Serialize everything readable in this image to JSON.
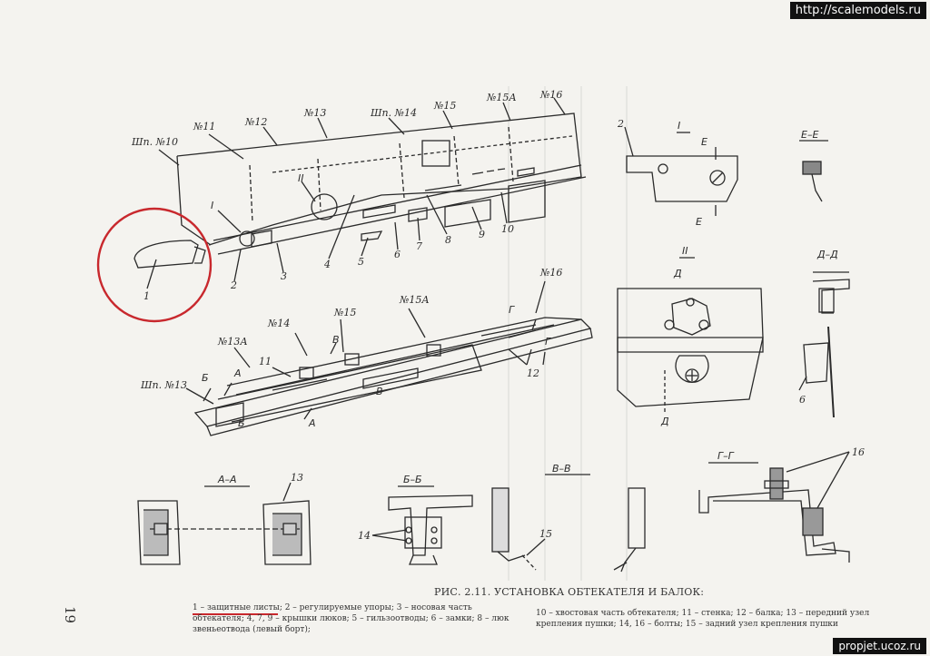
{
  "watermark_top": "http://scalemodels.ru",
  "watermark_bottom": "propjet.ucoz.ru",
  "page_number": "19",
  "caption": {
    "title": "РИС. 2.11. УСТАНОВКА ОБТЕКАТЕЛЯ И БАЛОК:",
    "legend_left": "1 – защитные листы; 2 – регулируемые упоры; 3 – носовая часть обтекателя; 4, 7, 9 – крышки люков; 5 – гильзоотводы; 6 – замки; 8 – люк звеньеотвода (левый борт);",
    "legend_right": "10 – хвостовая часть обтекателя; 11 – стенка; 12 – балка; 13 – передний узел крепления пушки; 14, 16 – болты; 15 – задний узел крепления пушки"
  },
  "labels": {
    "top_view": {
      "frames": [
        "Шп. №10",
        "№11",
        "№12",
        "№13",
        "Шп. №14",
        "№15",
        "№15А",
        "№16"
      ],
      "parts": [
        "1",
        "2",
        "3",
        "4",
        "5",
        "6",
        "7",
        "8",
        "9",
        "10"
      ],
      "detail_marks": [
        "I",
        "II"
      ]
    },
    "beam_view": {
      "frames": [
        "Шп. №13",
        "№13А",
        "№14",
        "№15",
        "№15А",
        "№16"
      ],
      "parts": [
        "11",
        "12"
      ],
      "section_marks": [
        "А",
        "А",
        "Б",
        "Б",
        "В",
        "В",
        "Г",
        "Г"
      ]
    },
    "details": {
      "detail_I": {
        "title": "I",
        "part": "2",
        "cut": "Е"
      },
      "section_EE": {
        "title": "Е–Е"
      },
      "detail_II": {
        "title": "II",
        "cut": "Д"
      },
      "section_DD": {
        "title": "Д–Д",
        "part": "6"
      },
      "section_AA": {
        "title": "А–А",
        "part": "13"
      },
      "section_BB": {
        "title": "Б–Б",
        "part": "14"
      },
      "section_VV": {
        "title": "В–В",
        "part": "15"
      },
      "section_GG": {
        "title": "Г–Г",
        "part": "16"
      }
    }
  },
  "highlight_color": "#c8282d",
  "line_color": "#2b2b2b"
}
